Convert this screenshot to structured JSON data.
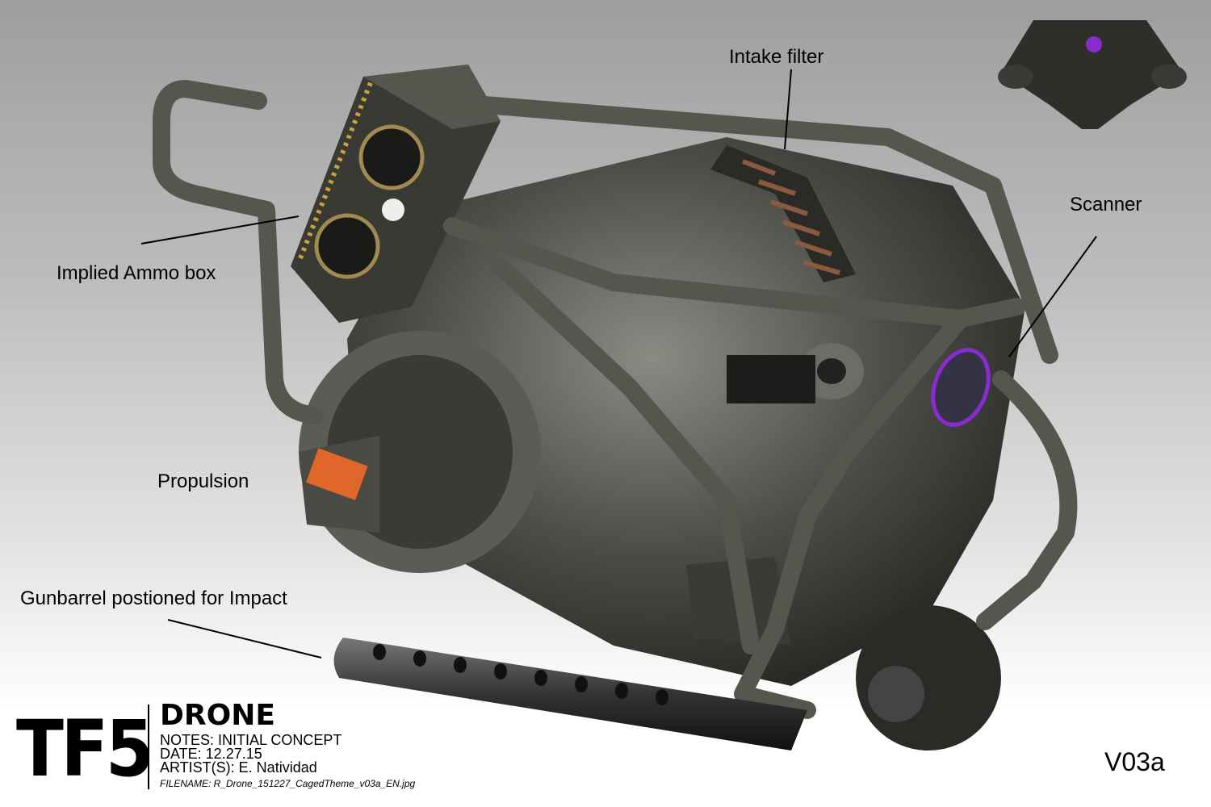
{
  "callouts": {
    "intake_filter": "Intake filter",
    "scanner": "Scanner",
    "ammo_box": "Implied Ammo box",
    "propulsion": "Propulsion",
    "gunbarrel": "Gunbarrel postioned for Impact"
  },
  "title_block": {
    "logo": "TF5",
    "title": "DRONE",
    "notes": "NOTES: INITIAL CONCEPT",
    "date": "DATE: 12.27.15",
    "artists": "ARTIST(S): E. Natividad",
    "filename": "FILENAME: R_Drone_151227_CagedTheme_v03a_EN.jpg"
  },
  "version": "V03a",
  "colors": {
    "body": "#3c3d38",
    "cage": "#55574f",
    "accent": "#c9a23a",
    "scanner": "#8a2bd0",
    "warning": "#e0662a"
  }
}
